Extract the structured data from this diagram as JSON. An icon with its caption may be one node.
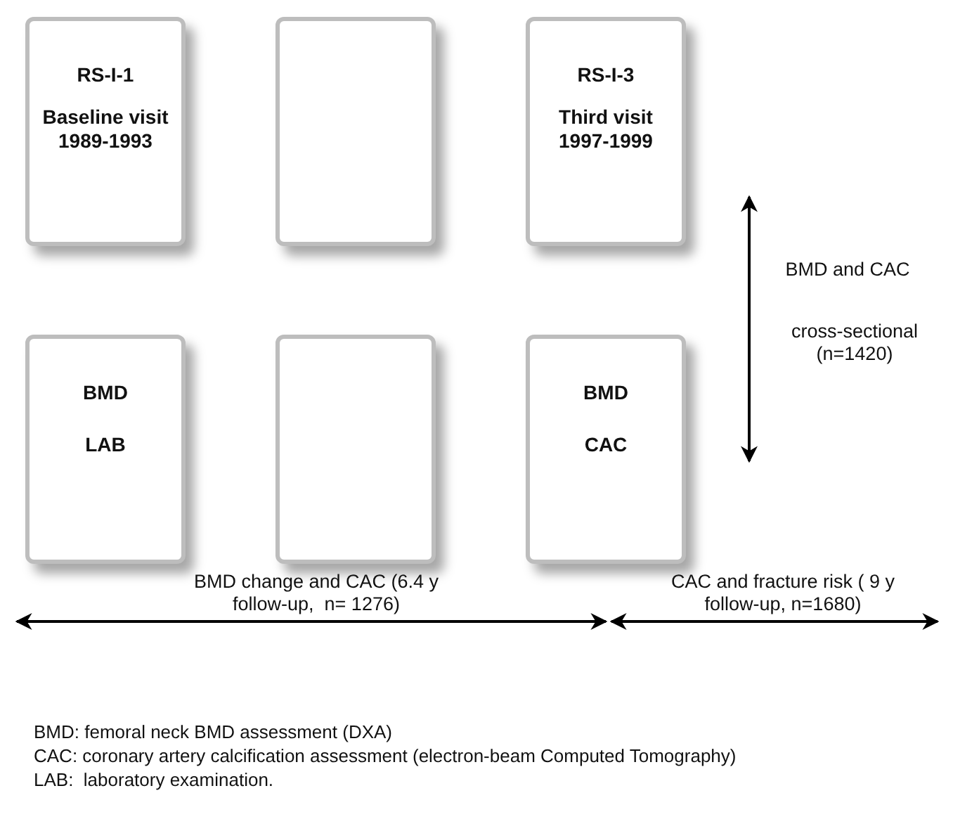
{
  "diagram": {
    "nodes": [
      {
        "text": [
          "RS-I-1",
          "Baseline visit 1989-1993"
        ]
      },
      {
        "text": [],
        "shape": "box"
      },
      {
        "text": [
          "RS-I-3",
          "Third visit 1997-1999"
        ]
      },
      {
        "text": [
          "BMD",
          "LAB"
        ]
      },
      {
        "text": [],
        "shape": "box"
      },
      {
        "text": [
          "BMD",
          "CAC"
        ]
      }
    ],
    "labels": [
      "BMD and CAC",
      "cross-sectional (n=1420)",
      "BMD change and CAC (6.4 y follow-up,  n= 1276)",
      "CAC and fracture risk ( 9 y follow-up, n=1680)",
      "BMD: femoral neck BMD assessment (DXA)",
      "CAC: coronary artery calcification assessment (electron-beam Computed Tomography)",
      "LAB:  laboratory examination."
    ]
  }
}
